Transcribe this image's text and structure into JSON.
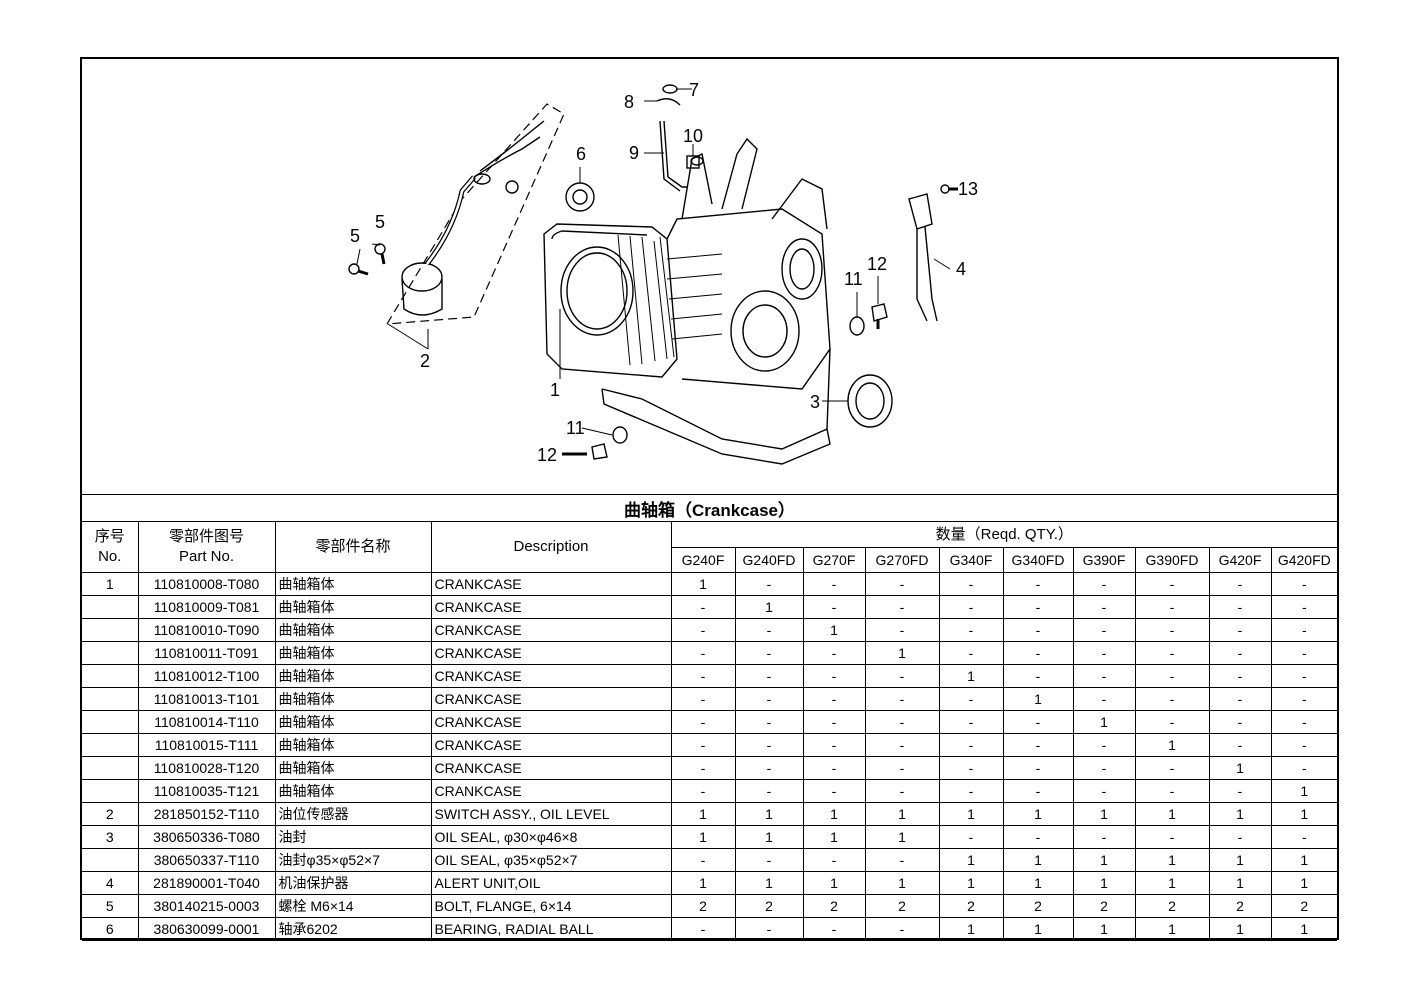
{
  "diagram": {
    "callouts": [
      "1",
      "2",
      "3",
      "4",
      "5",
      "5",
      "6",
      "7",
      "8",
      "9",
      "10",
      "11",
      "11",
      "12",
      "12",
      "13"
    ]
  },
  "section_title": "曲轴箱（Crankcase）",
  "table": {
    "header": {
      "seq_cn": "序号",
      "seq_en": "No.",
      "part_cn": "零部件图号",
      "part_en": "Part No.",
      "name_cn": "零部件名称",
      "description": "Description",
      "qty": "数量（Reqd. QTY.）"
    },
    "models": [
      "G240F",
      "G240FD",
      "G270F",
      "G270FD",
      "G340F",
      "G340FD",
      "G390F",
      "G390FD",
      "G420F",
      "G420FD"
    ],
    "rows": [
      {
        "no": "1",
        "part": "110810008-T080",
        "name": "曲轴箱体",
        "desc": "CRANKCASE",
        "qty": [
          "1",
          "-",
          "-",
          "-",
          "-",
          "-",
          "-",
          "-",
          "-",
          "-"
        ]
      },
      {
        "no": "",
        "part": "110810009-T081",
        "name": "曲轴箱体",
        "desc": "CRANKCASE",
        "qty": [
          "-",
          "1",
          "-",
          "-",
          "-",
          "-",
          "-",
          "-",
          "-",
          "-"
        ]
      },
      {
        "no": "",
        "part": "110810010-T090",
        "name": "曲轴箱体",
        "desc": "CRANKCASE",
        "qty": [
          "-",
          "-",
          "1",
          "-",
          "-",
          "-",
          "-",
          "-",
          "-",
          "-"
        ]
      },
      {
        "no": "",
        "part": "110810011-T091",
        "name": "曲轴箱体",
        "desc": "CRANKCASE",
        "qty": [
          "-",
          "-",
          "-",
          "1",
          "-",
          "-",
          "-",
          "-",
          "-",
          "-"
        ]
      },
      {
        "no": "",
        "part": "110810012-T100",
        "name": "曲轴箱体",
        "desc": "CRANKCASE",
        "qty": [
          "-",
          "-",
          "-",
          "-",
          "1",
          "-",
          "-",
          "-",
          "-",
          "-"
        ]
      },
      {
        "no": "",
        "part": "110810013-T101",
        "name": "曲轴箱体",
        "desc": "CRANKCASE",
        "qty": [
          "-",
          "-",
          "-",
          "-",
          "-",
          "1",
          "-",
          "-",
          "-",
          "-"
        ]
      },
      {
        "no": "",
        "part": "110810014-T110",
        "name": "曲轴箱体",
        "desc": "CRANKCASE",
        "qty": [
          "-",
          "-",
          "-",
          "-",
          "-",
          "-",
          "1",
          "-",
          "-",
          "-"
        ]
      },
      {
        "no": "",
        "part": "110810015-T111",
        "name": "曲轴箱体",
        "desc": "CRANKCASE",
        "qty": [
          "-",
          "-",
          "-",
          "-",
          "-",
          "-",
          "-",
          "1",
          "-",
          "-"
        ]
      },
      {
        "no": "",
        "part": "110810028-T120",
        "name": "曲轴箱体",
        "desc": "CRANKCASE",
        "qty": [
          "-",
          "-",
          "-",
          "-",
          "-",
          "-",
          "-",
          "-",
          "1",
          "-"
        ]
      },
      {
        "no": "",
        "part": "110810035-T121",
        "name": "曲轴箱体",
        "desc": "CRANKCASE",
        "qty": [
          "-",
          "-",
          "-",
          "-",
          "-",
          "-",
          "-",
          "-",
          "-",
          "1"
        ]
      },
      {
        "no": "2",
        "part": "281850152-T110",
        "name": "油位传感器",
        "desc": "SWITCH ASSY., OIL LEVEL",
        "qty": [
          "1",
          "1",
          "1",
          "1",
          "1",
          "1",
          "1",
          "1",
          "1",
          "1"
        ]
      },
      {
        "no": "3",
        "part": "380650336-T080",
        "name": "油封",
        "desc": "OIL SEAL, φ30×φ46×8",
        "qty": [
          "1",
          "1",
          "1",
          "1",
          "-",
          "-",
          "-",
          "-",
          "-",
          "-"
        ]
      },
      {
        "no": "",
        "part": "380650337-T110",
        "name": "油封φ35×φ52×7",
        "desc": "OIL SEAL, φ35×φ52×7",
        "qty": [
          "-",
          "-",
          "-",
          "-",
          "1",
          "1",
          "1",
          "1",
          "1",
          "1"
        ]
      },
      {
        "no": "4",
        "part": "281890001-T040",
        "name": "机油保护器",
        "desc": "ALERT UNIT,OIL",
        "qty": [
          "1",
          "1",
          "1",
          "1",
          "1",
          "1",
          "1",
          "1",
          "1",
          "1"
        ]
      },
      {
        "no": "5",
        "part": "380140215-0003",
        "name": "螺栓 M6×14",
        "desc": "BOLT, FLANGE, 6×14",
        "qty": [
          "2",
          "2",
          "2",
          "2",
          "2",
          "2",
          "2",
          "2",
          "2",
          "2"
        ]
      },
      {
        "no": "6",
        "part": "380630099-0001",
        "name": "轴承6202",
        "desc": "BEARING, RADIAL BALL",
        "qty": [
          "-",
          "-",
          "-",
          "-",
          "1",
          "1",
          "1",
          "1",
          "1",
          "1"
        ]
      }
    ]
  }
}
